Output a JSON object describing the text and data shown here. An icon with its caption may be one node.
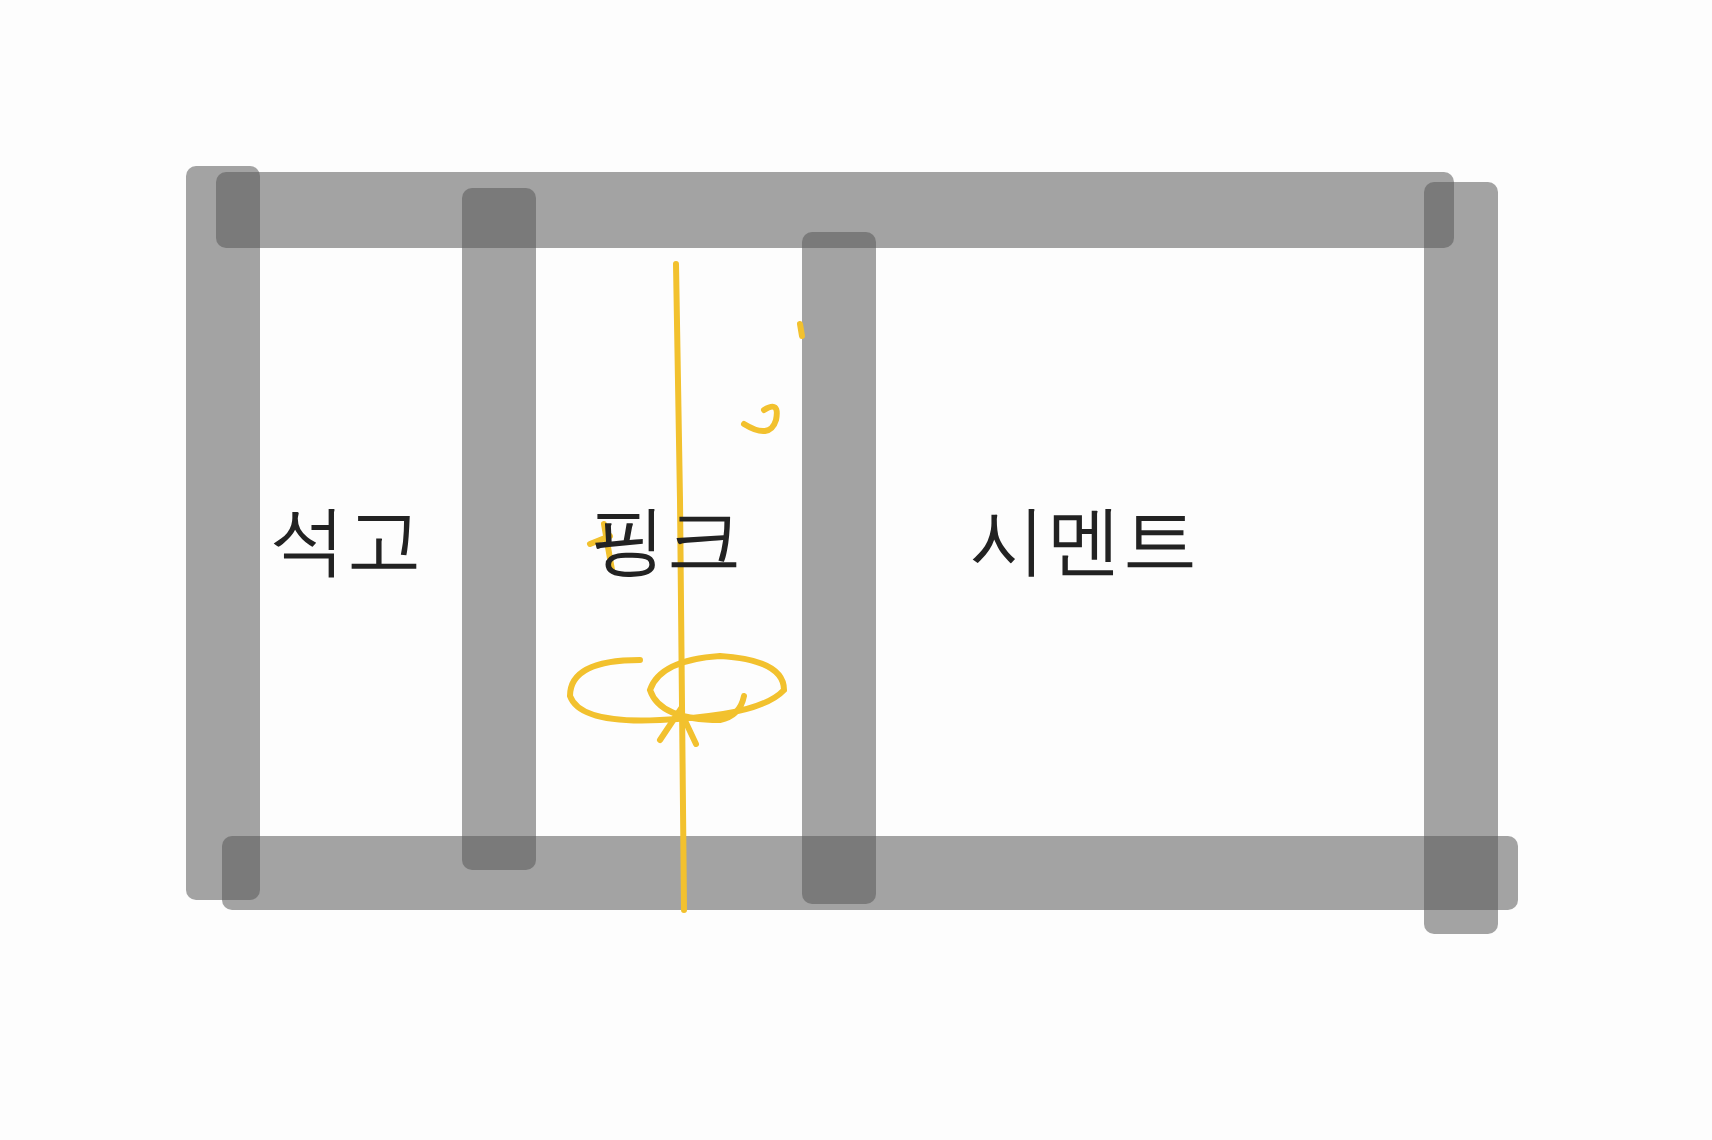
{
  "diagram": {
    "labels": [
      "석고",
      "핑크",
      "시멘트"
    ]
  }
}
